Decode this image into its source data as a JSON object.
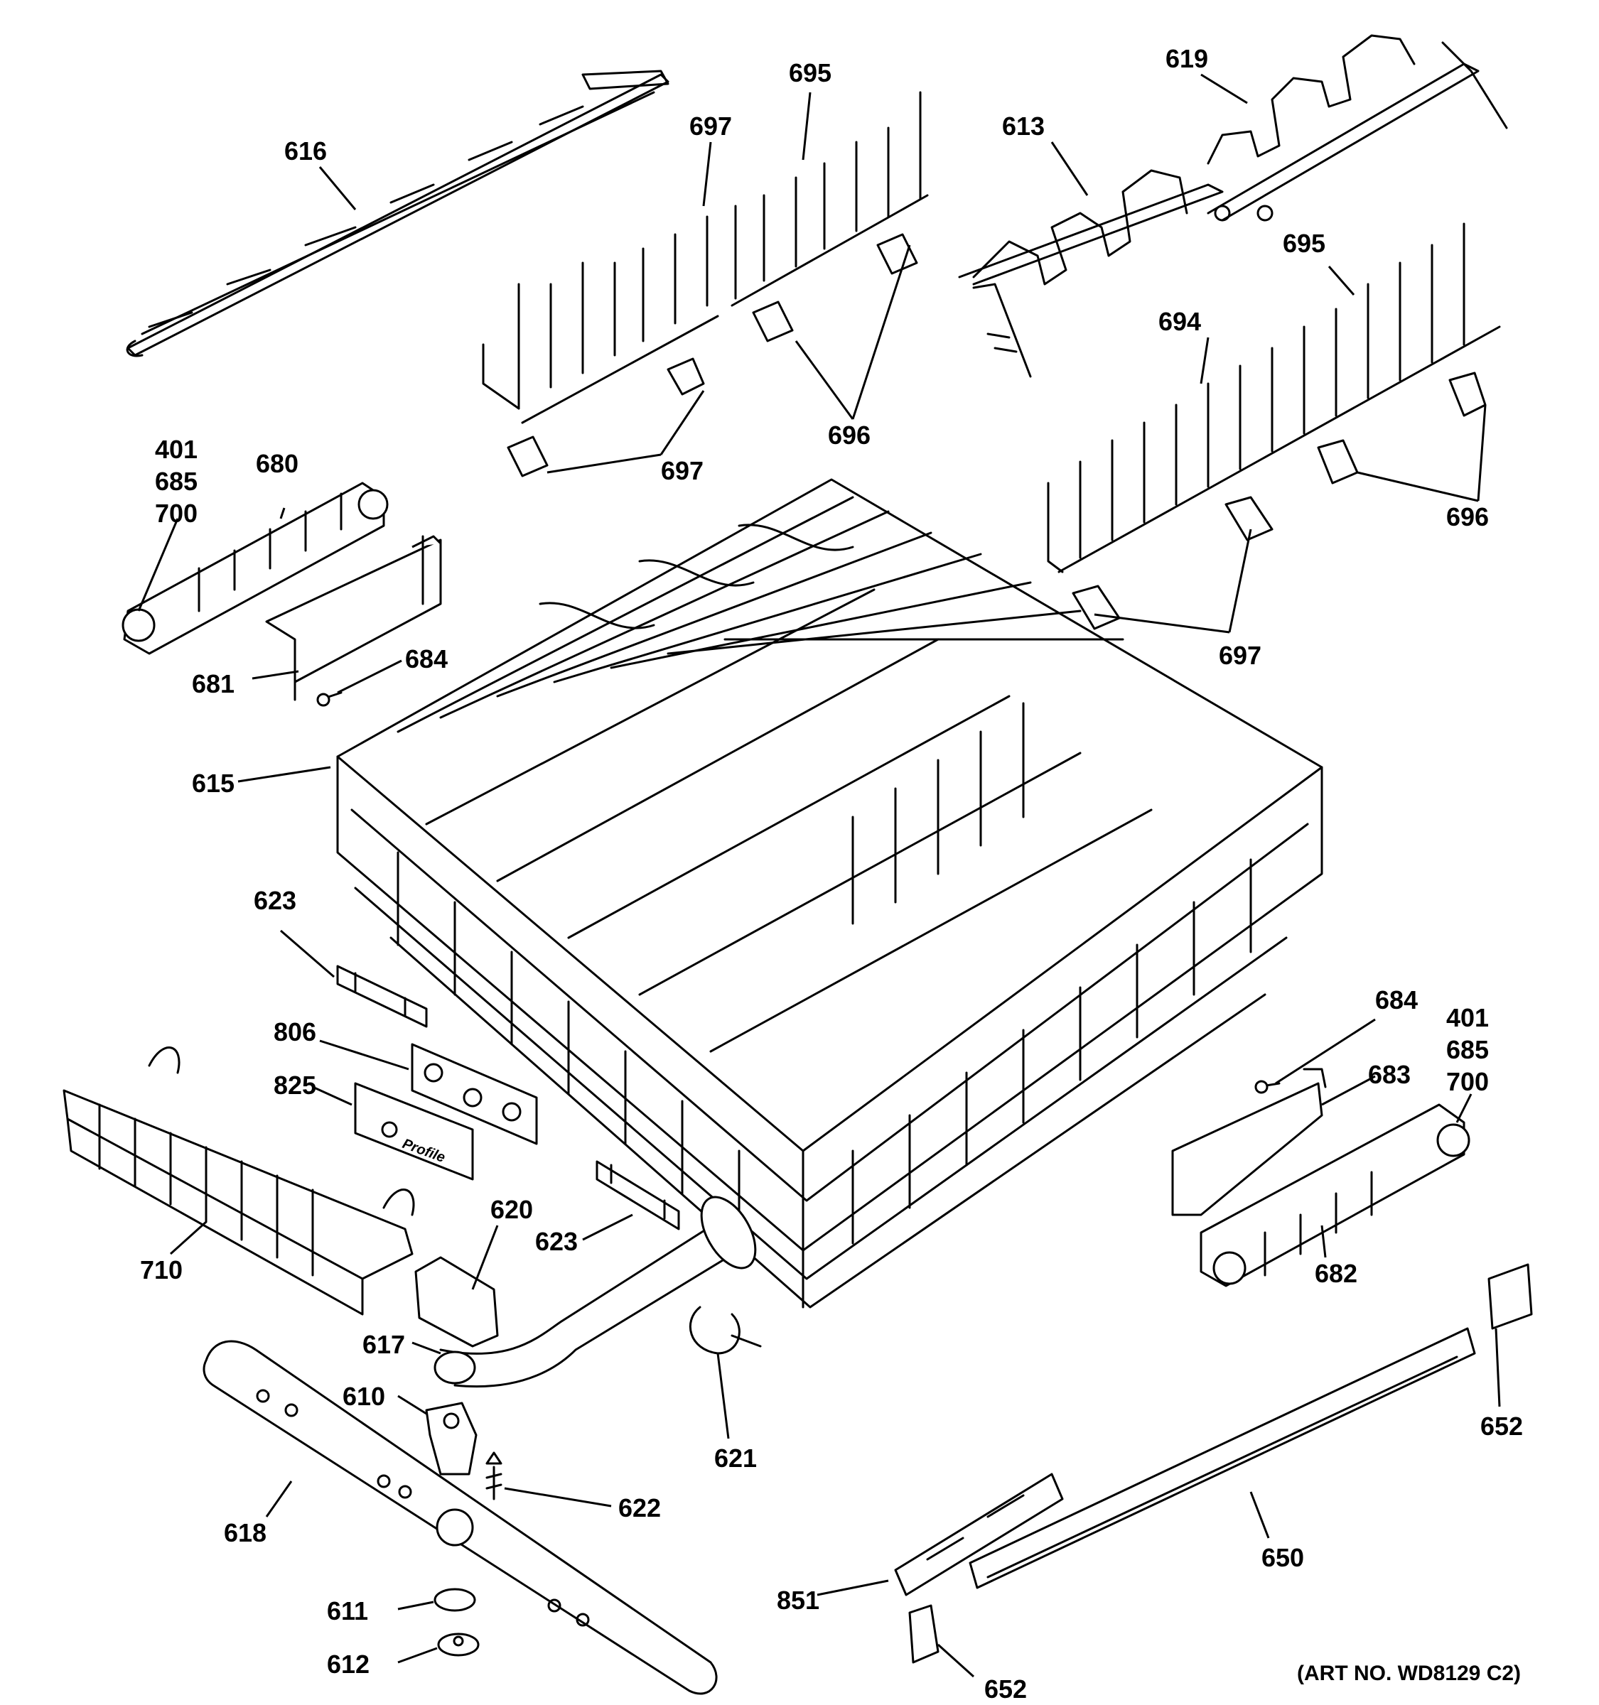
{
  "art_number": "(ART NO. WD8129 C2)",
  "brand_mark": "Profile",
  "labels": {
    "l616": "616",
    "l695a": "695",
    "l697a": "697",
    "l619": "619",
    "l613": "613",
    "l695b": "695",
    "l694": "694",
    "l401a": "401",
    "l685a": "685",
    "l700a": "700",
    "l680": "680",
    "l696a": "696",
    "l697b": "697",
    "l696b": "696",
    "l681": "681",
    "l684a": "684",
    "l697c": "697",
    "l615": "615",
    "l623a": "623",
    "l806": "806",
    "l825": "825",
    "l684b": "684",
    "l401b": "401",
    "l685b": "685",
    "l700b": "700",
    "l683": "683",
    "l620": "620",
    "l623b": "623",
    "l710": "710",
    "l682": "682",
    "l617": "617",
    "l610": "610",
    "l652a": "652",
    "l621": "621",
    "l622": "622",
    "l618": "618",
    "l650": "650",
    "l851": "851",
    "l611": "611",
    "l612": "612",
    "l652b": "652"
  }
}
